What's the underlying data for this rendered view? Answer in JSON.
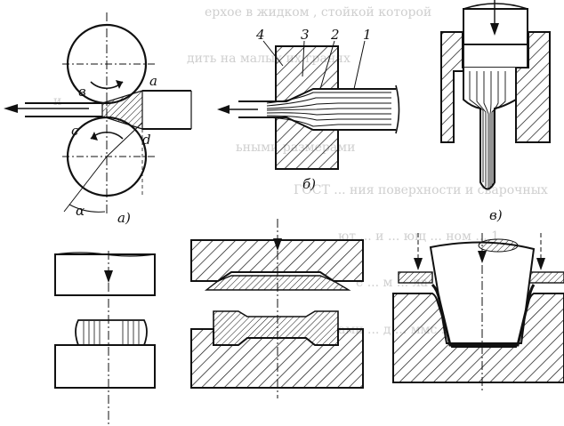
{
  "labels": {
    "rolling": {
      "a": "a",
      "b": "в",
      "c": "c",
      "d": "d",
      "alpha": "α",
      "caption": "а)"
    },
    "drawing": {
      "n1": "1",
      "n2": "2",
      "n3": "3",
      "n4": "4",
      "caption": "б)"
    },
    "extrusion": {
      "caption": "в)"
    }
  },
  "background_text": [
    "ерхое в жидком , стойкой которой",
    "дить на малых их гранях",
    "и",
    "ьными размерами",
    "ГОСТ ... ния поверхности и сварочных",
    "ют ... и ... ющ ... ном ... 1",
    "е ... м ... ла ... вой ... вс",
    "ами ... д ... ммс ... дсля"
  ],
  "colors": {
    "ink": "#111111",
    "ghost": "#cfcfcf",
    "paper": "#ffffff"
  }
}
